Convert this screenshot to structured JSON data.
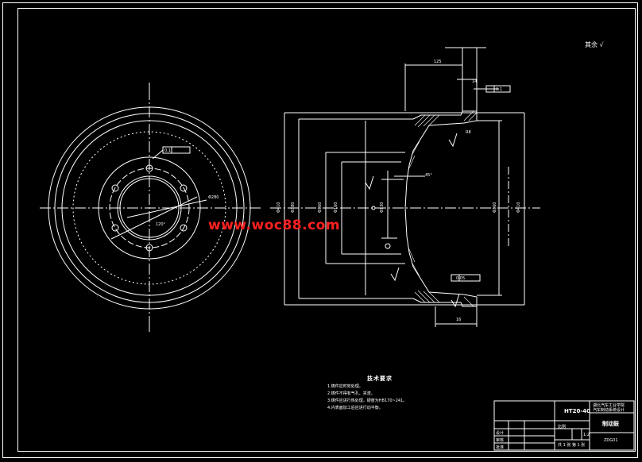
{
  "watermark": "www.woc88.com",
  "surface_finish_mark": "其余 √",
  "tech_requirements": {
    "title": "技术要求",
    "items": [
      "1.铸件应时效处理。",
      "2.铸件不得有气孔、夹渣。",
      "3.铸件应进行热处理，硬度为HB170~241。",
      "4.内表面加工后应进行动平衡。"
    ]
  },
  "title_block": {
    "material": "HT20-40",
    "part_name": "制动鼓",
    "school_line1": "湖北汽车工业学院",
    "school_line2": "汽车制动系统设计",
    "drawing_no": "ZDG01",
    "scale_label": "比例",
    "scale_value": "1:2",
    "sheet": "共 1 张  第 1 张",
    "rows": [
      "设计",
      "审核",
      "批准"
    ]
  },
  "dimensions": {
    "overall_dia": "Φ410",
    "flange_dia": "Φ380",
    "inner_dia": "Φ360",
    "bolt_circle": "Φ280",
    "bore": "Φ130",
    "hub_dia": "Φ160",
    "angle": "120°",
    "width": "125",
    "depth": "16",
    "thick": "14",
    "fillet": "R8",
    "chamfer_left": "45°",
    "gdt_top": "0.1",
    "gdt_bottom": "0.05",
    "gdt_left": "0.1"
  },
  "icons": {
    "center_marks": "crosshair-icon",
    "roughness": "surface-roughness-icon"
  }
}
